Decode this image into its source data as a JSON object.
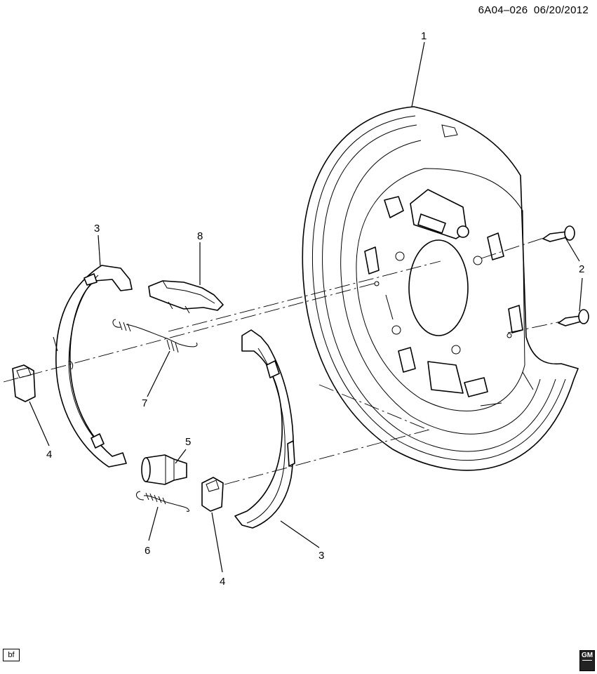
{
  "header": {
    "diagram_id": "6A04–026",
    "date": "06/20/2012"
  },
  "callouts": {
    "backing_plate": "1",
    "bolt": "2",
    "shoe_left": "3",
    "shoe_right": "3",
    "lever_left": "4",
    "lever_right": "4",
    "adjuster": "5",
    "spring_lower": "6",
    "spring_upper": "7",
    "actuator": "8"
  },
  "footer": {
    "author_code": "bf",
    "logo": "GM"
  }
}
